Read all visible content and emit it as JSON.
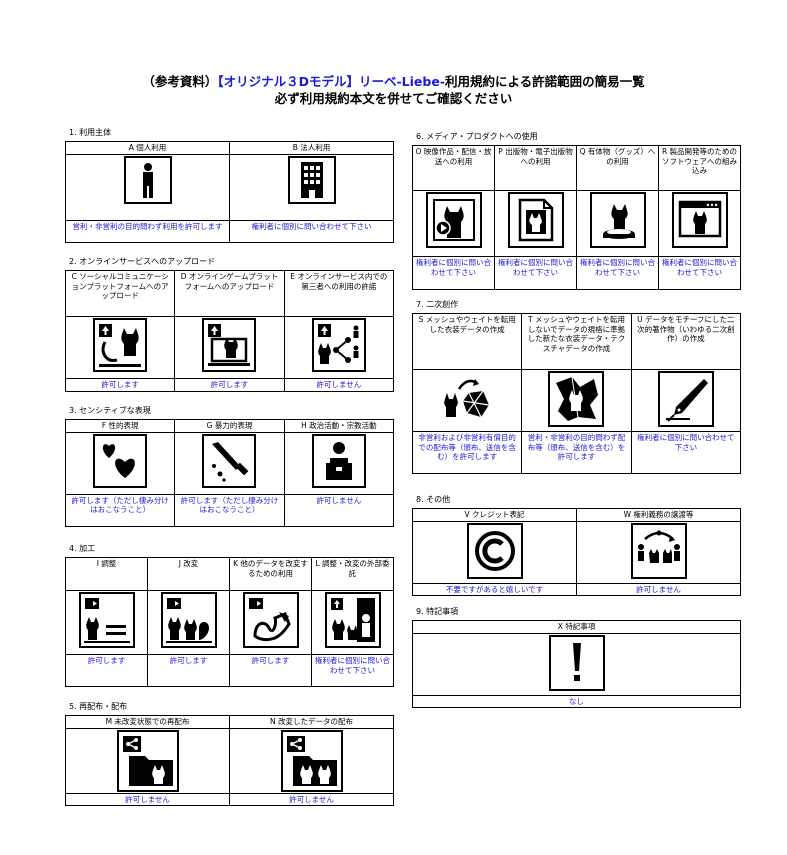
{
  "title": {
    "line1_a": "（参考資料）",
    "line1_b": "【オリジナル３Dモデル】リーベ-Liebe-",
    "line1_c": "利用規約による許諾範囲の簡易一覧",
    "line2": "必ず利用規約本文を併せてご確認ください"
  },
  "sections": {
    "s1": {
      "title": "1. 利用主体",
      "items": [
        {
          "header": "A 個人利用",
          "label": "営利・非営利の目的問わず利用を許可します",
          "icon": "person-icon"
        },
        {
          "header": "B 法人利用",
          "label": "権利者に個別に問い合わせて下さい",
          "icon": "building-icon"
        }
      ]
    },
    "s2": {
      "title": "2. オンラインサービスへのアップロード",
      "items": [
        {
          "header": "C ソーシャルコミュニケーションプラットフォームへのアップロード",
          "label": "許可します",
          "icon": "upload-avatar-icon"
        },
        {
          "header": "D オンラインゲームプラットフォームへのアップロード",
          "label": "許可します",
          "icon": "upload-game-icon"
        },
        {
          "header": "E オンラインサービス内での第三者への利用の許諾",
          "label": "許可しません",
          "icon": "upload-share-icon"
        }
      ]
    },
    "s3": {
      "title": "3. センシティブな表現",
      "items": [
        {
          "header": "F 性的表現",
          "label": "許可します（ただし棲み分けはおこなうこと）",
          "icon": "hearts-icon"
        },
        {
          "header": "G 暴力的表現",
          "label": "許可します（ただし棲み分けはおこなうこと）",
          "icon": "knife-icon"
        },
        {
          "header": "H 政治活動・宗教活動",
          "label": "許可しません",
          "icon": "podium-icon"
        }
      ]
    },
    "s4": {
      "title": "4. 加工",
      "items": [
        {
          "header": "I 調整",
          "label": "許可します",
          "icon": "adjust-icon"
        },
        {
          "header": "J 改変",
          "label": "許可します",
          "icon": "modify-icon"
        },
        {
          "header": "K 他のデータを改変するための利用",
          "label": "許可します",
          "icon": "derive-icon"
        },
        {
          "header": "L 調整・改変の外部委託",
          "label": "権利者に個別に問い合わせて下さい",
          "icon": "outsource-icon"
        }
      ]
    },
    "s5": {
      "title": "5. 再配布・配布",
      "items": [
        {
          "header": "M 未改変状態での再配布",
          "label": "許可しません",
          "icon": "redistribute-icon"
        },
        {
          "header": "N 改変したデータの配布",
          "label": "許可しません",
          "icon": "distribute-modified-icon"
        }
      ]
    },
    "s6": {
      "title": "6. メディア・プロダクトへの使用",
      "items": [
        {
          "header": "O 映像作品・配信・放送への利用",
          "label": "権利者に個別に問い合わせて下さい",
          "icon": "video-icon"
        },
        {
          "header": "P 出版物・電子出版物への利用",
          "label": "権利者に個別に問い合わせて下さい",
          "icon": "publication-icon"
        },
        {
          "header": "Q 有体物（グッズ）への利用",
          "label": "権利者に個別に問い合わせて下さい",
          "icon": "figure-icon"
        },
        {
          "header": "R 製品開発等のためのソフトウェアへの組み込み",
          "label": "権利者に個別に問い合わせて下さい",
          "icon": "software-icon"
        }
      ]
    },
    "s7": {
      "title": "7. 二次創作",
      "items": [
        {
          "header": "S メッシュやウェイトを転用した衣装データの作成",
          "label": "非営利および非営利有償目的での配布等（頒布、送信を含む）を許可します",
          "icon": "mesh-icon"
        },
        {
          "header": "T メッシュやウェイトを転用しないでデータの規格に準拠した新たな衣装データ・テクスチャデータの作成",
          "label": "営利・非営利の目的問わず配布等（頒布、送信を含む）を許可します",
          "icon": "cloth-icon"
        },
        {
          "header": "U データをモチーフにした二次的著作物（いわゆる二次創作）の作成",
          "label": "権利者に個別に問い合わせて下さい",
          "icon": "pen-icon"
        }
      ]
    },
    "s8": {
      "title": "8. その他",
      "items": [
        {
          "header": "V クレジット表記",
          "label": "不要ですがあると嬉しいです",
          "icon": "copyright-icon"
        },
        {
          "header": "W 権利義務の譲渡等",
          "label": "許可しません",
          "icon": "transfer-icon"
        }
      ]
    },
    "s9": {
      "title": "9. 特記事項",
      "items": [
        {
          "header": "X 特記事項",
          "label": "なし",
          "icon": "exclamation-icon"
        }
      ]
    }
  }
}
